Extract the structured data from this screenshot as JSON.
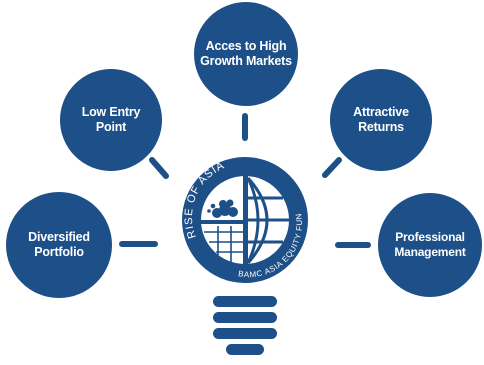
{
  "theme": {
    "primary": "#1d4f88",
    "background": "#ffffff"
  },
  "center": {
    "top_arc_text": "RISE OF ASIA",
    "bottom_arc_text": "BAMC ASIA EQUITY FUND",
    "icons": [
      "map-grid-icon",
      "cloud-icon",
      "globe-icon",
      "lightbulb-base-icon"
    ]
  },
  "nodes": [
    {
      "id": "top",
      "label": "Acces to High Growth Markets"
    },
    {
      "id": "upper-left",
      "label": "Low Entry Point"
    },
    {
      "id": "upper-right",
      "label": "Attractive Returns"
    },
    {
      "id": "left",
      "label": "Diversified Portfolio"
    },
    {
      "id": "right",
      "label": "Professional Management"
    }
  ]
}
